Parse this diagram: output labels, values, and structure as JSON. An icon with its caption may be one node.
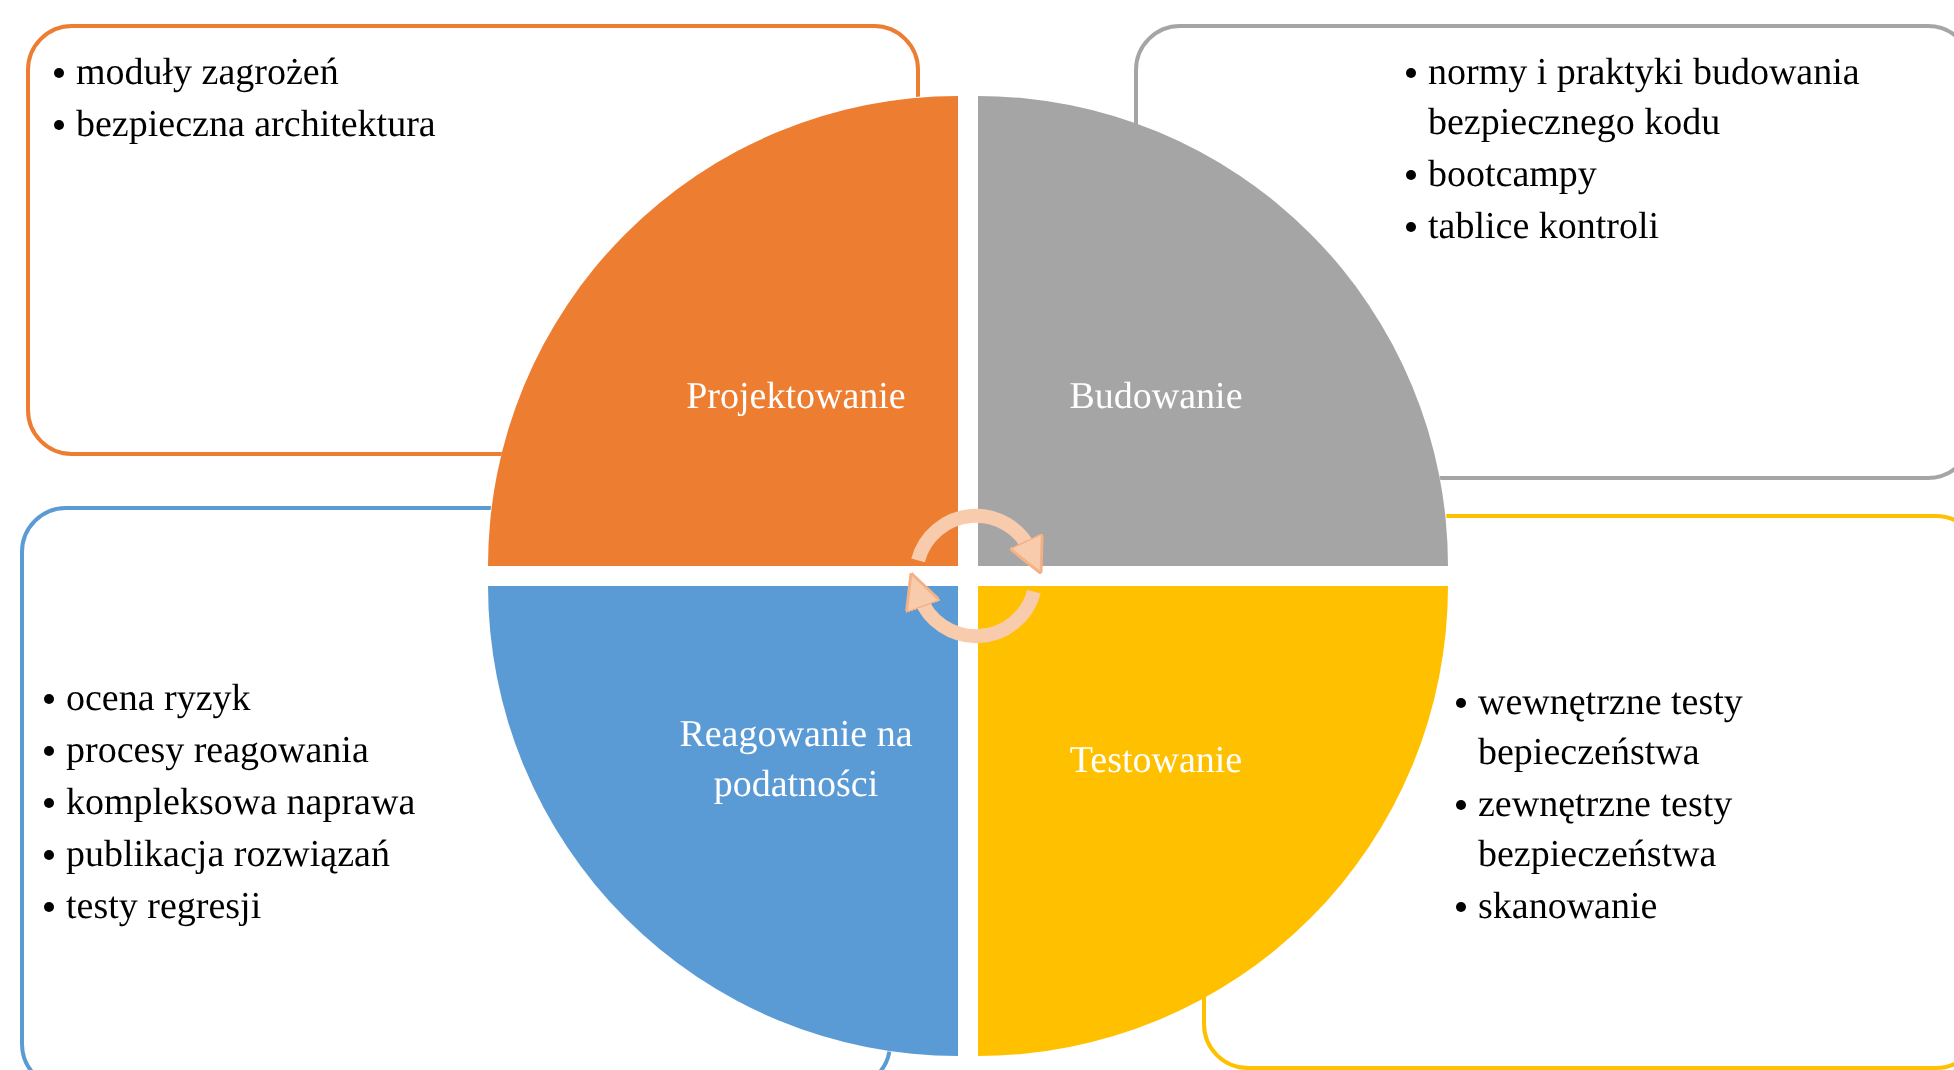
{
  "diagram": {
    "nodes": [
      {
        "text": [
          "moduły zagrożeń",
          "bezpieczna architektura"
        ]
      },
      {
        "text": [
          "normy i praktyki budowania bezpiecznego kodu",
          "bootcampy",
          "tablice kontroli"
        ]
      },
      {
        "text": [
          "Projektowanie"
        ]
      },
      {
        "text": [
          "Budowanie"
        ]
      },
      {
        "text": [
          "ocena ryzyk",
          "procesy reagowania",
          "kompleksowa naprawa",
          "publikacja rozwiązań",
          "testy regresji"
        ]
      },
      {
        "text": [
          "wewnętrzne testy bepieczeństwa",
          "zewnętrzne testy bezpieczeństwa",
          "skanowanie"
        ]
      },
      {
        "text": [
          "Reagowanie na podatności"
        ]
      },
      {
        "text": [
          "Testowanie"
        ]
      }
    ],
    "edges": [
      {
        "from": 2,
        "to": 3,
        "arrow": "to"
      },
      {
        "from": 7,
        "to": 6,
        "arrow": "to"
      }
    ]
  }
}
